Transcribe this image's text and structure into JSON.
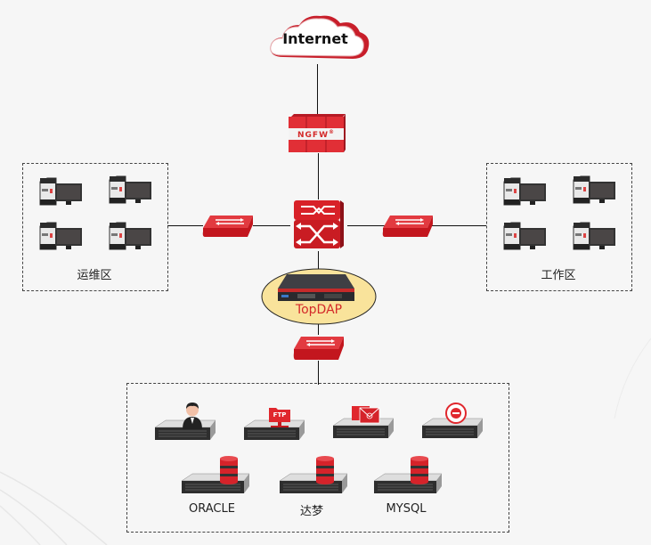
{
  "diagram": {
    "internet": {
      "label": "Internet"
    },
    "firewall": {
      "label": "NGFW",
      "mark": "®"
    },
    "core_switch": {
      "label": ""
    },
    "audit_device": {
      "label": "TopDAP"
    },
    "zones": {
      "ops": {
        "label": "运维区",
        "workstations": 4
      },
      "work": {
        "label": "工作区",
        "workstations": 4
      }
    },
    "servers": {
      "apps": [
        {
          "type": "user-server",
          "icon": "person-icon"
        },
        {
          "type": "ftp-server",
          "icon": "ftp-folder-icon",
          "badge": "FTP"
        },
        {
          "type": "mail-server",
          "icon": "mail-icon"
        },
        {
          "type": "web-server",
          "icon": "ie-browser-icon"
        }
      ],
      "databases": [
        {
          "label": "ORACLE"
        },
        {
          "label": "达梦"
        },
        {
          "label": "MYSQL"
        }
      ]
    },
    "colors": {
      "accent": "#d42a2a",
      "background": "#f6f6f6",
      "dap_ellipse": "#f9e39b"
    }
  }
}
